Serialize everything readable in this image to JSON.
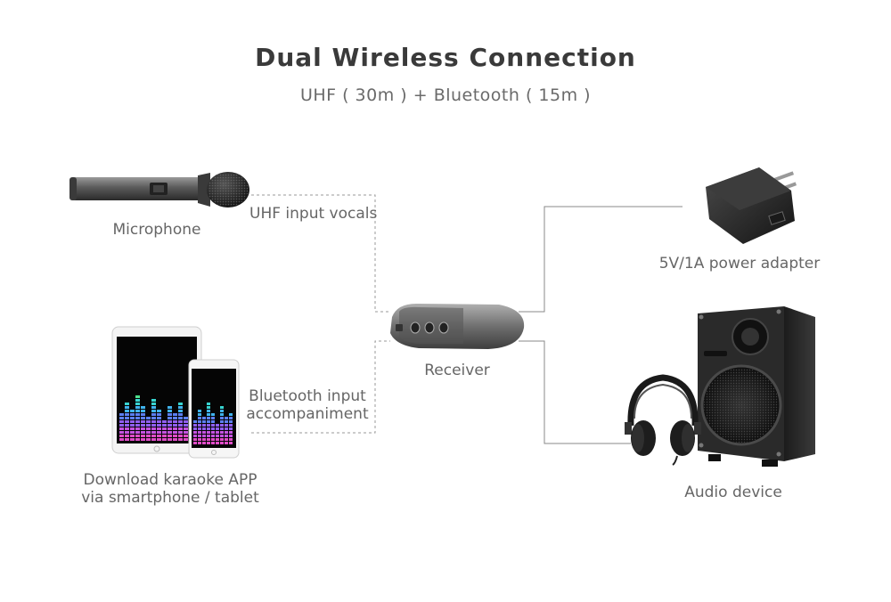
{
  "title": "Dual Wireless Connection",
  "subtitle": "UHF ( 30m ) + Bluetooth ( 15m )",
  "labels": {
    "microphone": "Microphone",
    "uhf_input": "UHF input vocals",
    "bluetooth_line1": "Bluetooth input",
    "bluetooth_line2": "accompaniment",
    "app_line1": "Download karaoke APP",
    "app_line2": "via smartphone / tablet",
    "receiver": "Receiver",
    "power_adapter": "5V/1A power adapter",
    "audio_device": "Audio device"
  },
  "icons": {
    "microphone": "microphone-icon",
    "tablet": "tablet-icon",
    "smartphone": "smartphone-icon",
    "receiver": "receiver-icon",
    "power_adapter": "power-adapter-icon",
    "speaker": "speaker-icon",
    "headphones": "headphones-icon"
  }
}
